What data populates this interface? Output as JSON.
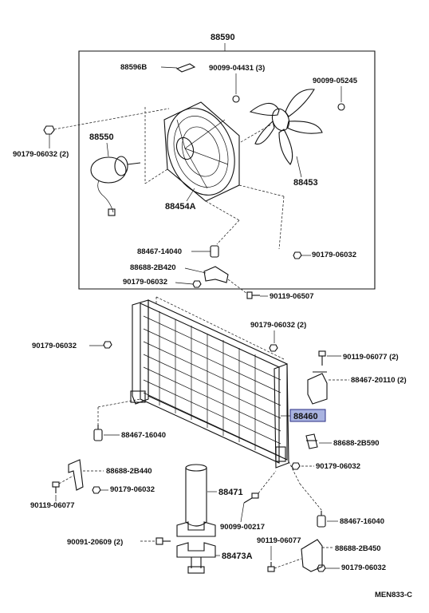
{
  "labels": {
    "assembly_top": "88590",
    "p88596b": "88596B",
    "p90099_04431": "90099-04431 (3)",
    "p90099_05245": "90099-05245",
    "p90179_06032_2a": "90179-06032 (2)",
    "p88550": "88550",
    "p88454a": "88454A",
    "p88453": "88453",
    "p88467_14040": "88467-14040",
    "p88688_2b420": "88688-2B420",
    "p90179_06032_a": "90179-06032",
    "p90179_06032_b": "90179-06032",
    "p90119_06507": "90119-06507",
    "p90179_06032_2b": "90179-06032 (2)",
    "p90179_06032_c": "90179-06032",
    "p90119_06077_2": "90119-06077 (2)",
    "p88467_20110_2": "88467-20110 (2)",
    "p88460": "88460",
    "p88467_16040_a": "88467-16040",
    "p88688_2b590": "88688-2B590",
    "p88688_2b440": "88688-2B440",
    "p90179_06032_d": "90179-06032",
    "p90179_06032_e": "90179-06032",
    "p88471": "88471",
    "p90119_06077_a": "90119-06077",
    "p90099_00217": "90099-00217",
    "p88467_16040_b": "88467-16040",
    "p90091_20609_2": "90091-20609 (2)",
    "p90119_06077_b": "90119-06077",
    "p88688_2b450": "88688-2B450",
    "p88473a": "88473A",
    "p90179_06032_f": "90179-06032",
    "diagram_code": "MEN833-C"
  },
  "highlight_color": "#a9b3e0"
}
